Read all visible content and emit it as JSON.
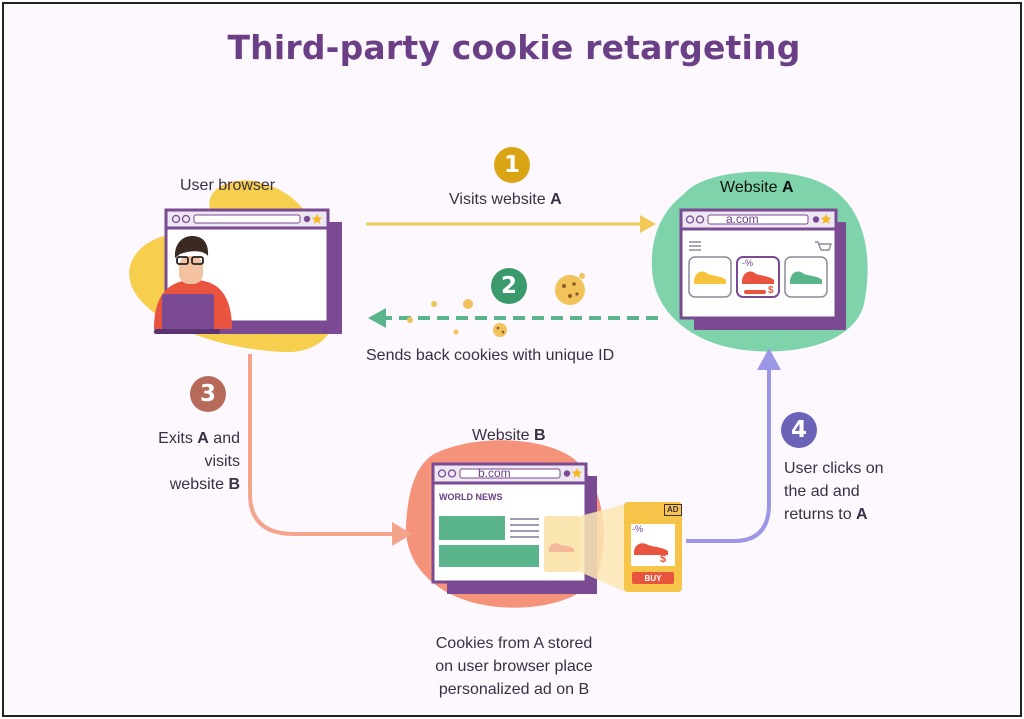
{
  "title": "Third-party cookie retargeting",
  "nodes": {
    "user_browser": {
      "label": "User browser"
    },
    "website_a": {
      "label": "Website",
      "label_bold": "A",
      "url": "a.com",
      "discount": "-%",
      "price_tag": "$"
    },
    "website_b": {
      "label": "Website",
      "label_bold": "B",
      "url": "b.com",
      "headline": "WORLD NEWS"
    },
    "ad": {
      "badge": "AD",
      "discount": "-%",
      "price_tag": "$",
      "button": "BUY"
    }
  },
  "steps": [
    {
      "number": "1",
      "text": "Visits website ",
      "bold": "A",
      "color": "#d9a514"
    },
    {
      "number": "2",
      "text": "Sends back cookies with unique ID",
      "color": "#3a9a6c"
    },
    {
      "number": "3",
      "line1_a": "Exits ",
      "line1_bold": "A",
      "line1_b": " and",
      "line2": "visits",
      "line3_a": "website ",
      "line3_bold": "B",
      "color": "#b86a5a"
    },
    {
      "number": "4",
      "line1": "User clicks on",
      "line2": "the ad and",
      "line3_a": "returns to ",
      "line3_bold": "A",
      "color": "#6a63b8"
    }
  ],
  "caption": {
    "line1": "Cookies from A stored",
    "line2": "on user browser place",
    "line3": "personalized ad on B"
  },
  "colors": {
    "title": "#6b3f86",
    "purple": "#7a4a93",
    "arrow1": "#f5c85a",
    "arrow2": "#5bb58c",
    "arrow3": "#f4a48a",
    "arrow4": "#9b97e6"
  }
}
